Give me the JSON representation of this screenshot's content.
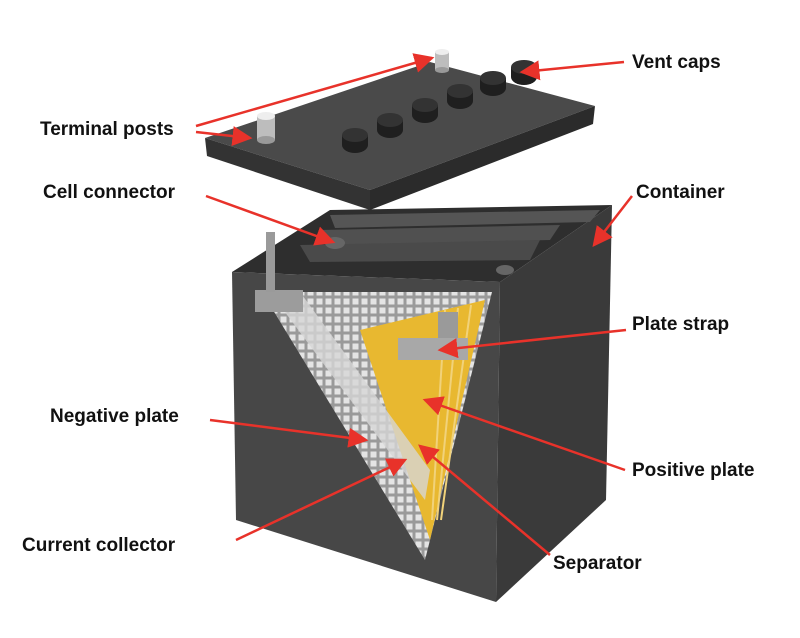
{
  "title": "Lead-acid battery components",
  "labels": {
    "terminal_posts": "Terminal posts",
    "vent_caps": "Vent caps",
    "cell_connector": "Cell connector",
    "container": "Container",
    "plate_strap": "Plate strap",
    "negative_plate": "Negative plate",
    "positive_plate": "Positive plate",
    "current_collector": "Current collector",
    "separator": "Separator"
  },
  "colors": {
    "arrow": "#e8322a",
    "body": "#3c3c3c",
    "positive_plate": "#e8b830",
    "grid": "#c8c8c8"
  }
}
